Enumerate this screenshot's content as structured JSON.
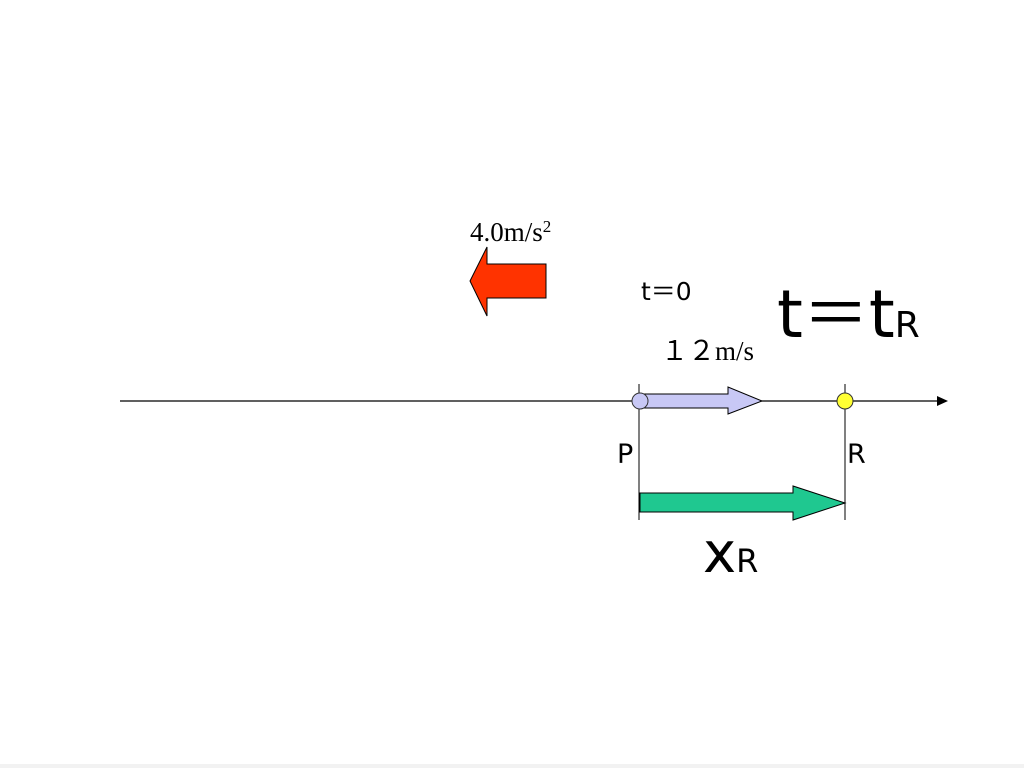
{
  "diagram": {
    "acceleration": {
      "value": "4.0m/s",
      "exponent": "2",
      "arrow_color": "#ff3300"
    },
    "initial_time_label": "t＝0",
    "initial_velocity": {
      "number": "１２",
      "unit": "m/s",
      "arrow_color": "#c8c8f5"
    },
    "arrival_time": {
      "main": "t＝t",
      "sub": "R"
    },
    "points": {
      "start": {
        "label": "P",
        "marker_color": "#c8c8f5"
      },
      "end": {
        "label": "R",
        "marker_color": "#ffff33"
      }
    },
    "displacement": {
      "main": "x",
      "sub": "R",
      "arrow_color": "#1fc890"
    }
  }
}
